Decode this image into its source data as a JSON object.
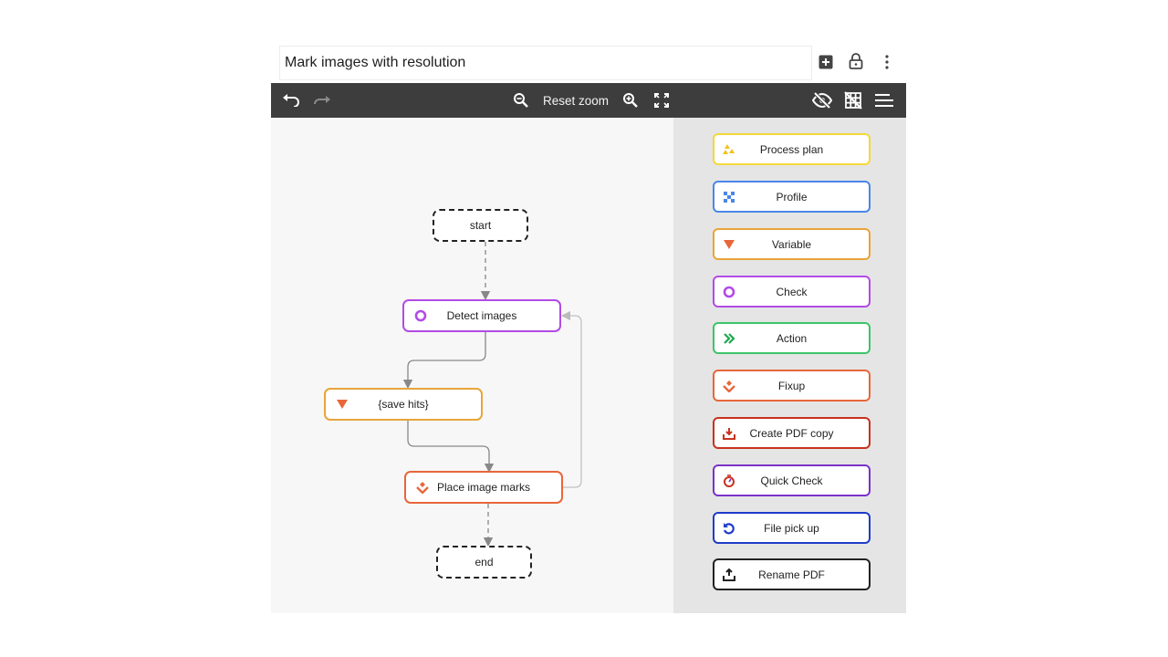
{
  "window": {
    "title": "Mark images with resolution",
    "icons": [
      "add-box-icon",
      "lock-icon",
      "more-vert-icon"
    ]
  },
  "toolbar": {
    "undo_icon": "undo-icon",
    "redo_icon": "redo-icon",
    "zoom_out_icon": "zoom-out-icon",
    "reset_zoom_label": "Reset zoom",
    "zoom_in_icon": "zoom-in-icon",
    "fit_icon": "fit-screen-icon",
    "right_icons": [
      "visibility-off-icon",
      "grid-off-icon",
      "menu-icon"
    ]
  },
  "flow": {
    "nodes": [
      {
        "id": "start",
        "label": "start",
        "type": "terminal"
      },
      {
        "id": "detect",
        "label": "Detect images",
        "type": "check",
        "color": "#b24be6"
      },
      {
        "id": "save",
        "label": "{save hits}",
        "type": "variable",
        "color": "#e8a43a"
      },
      {
        "id": "place",
        "label": "Place image marks",
        "type": "fixup",
        "color": "#e8663a"
      },
      {
        "id": "end",
        "label": "end",
        "type": "terminal"
      }
    ]
  },
  "palette": {
    "items": [
      {
        "label": "Process plan",
        "color": "#f5d83a",
        "icon": "process-plan-icon"
      },
      {
        "label": "Profile",
        "color": "#4a86e8",
        "icon": "profile-icon"
      },
      {
        "label": "Variable",
        "color": "#e8a43a",
        "icon": "variable-icon"
      },
      {
        "label": "Check",
        "color": "#b24be6",
        "icon": "check-icon"
      },
      {
        "label": "Action",
        "color": "#3cc46a",
        "icon": "action-icon"
      },
      {
        "label": "Fixup",
        "color": "#e8663a",
        "icon": "fixup-icon"
      },
      {
        "label": "Create PDF copy",
        "color": "#c8321e",
        "icon": "create-pdf-copy-icon"
      },
      {
        "label": "Quick Check",
        "color": "#7a32c8",
        "icon": "quick-check-icon"
      },
      {
        "label": "File pick up",
        "color": "#1e3cc8",
        "icon": "file-pick-up-icon"
      },
      {
        "label": "Rename PDF",
        "color": "#222222",
        "icon": "rename-pdf-icon"
      }
    ]
  }
}
